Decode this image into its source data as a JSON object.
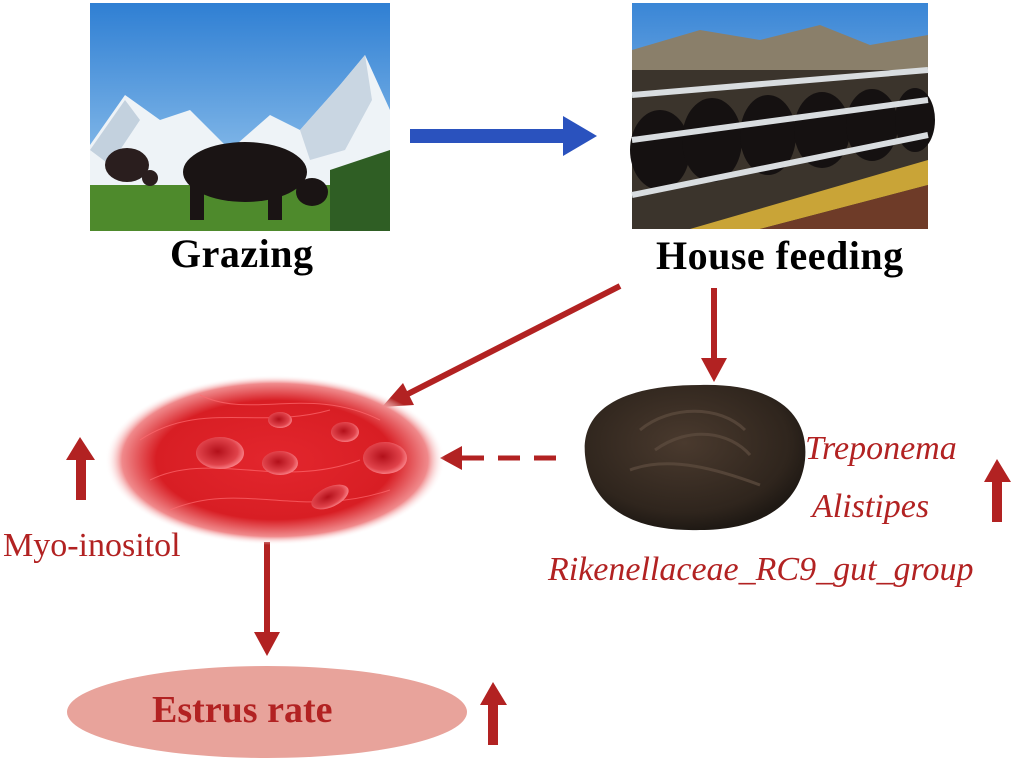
{
  "labels": {
    "grazing": "Grazing",
    "house_feeding": "House feeding",
    "myo_inositol": "Myo-inositol",
    "estrus_rate": "Estrus rate",
    "bacteria": [
      "Treponema",
      "Alistipes",
      "Rikenellaceae_RC9_gut_group"
    ]
  },
  "colors": {
    "blue_arrow": "#2a52be",
    "red_arrow": "#b22222",
    "red_text": "#b22222",
    "estrus_fill": "#e8a39b"
  }
}
